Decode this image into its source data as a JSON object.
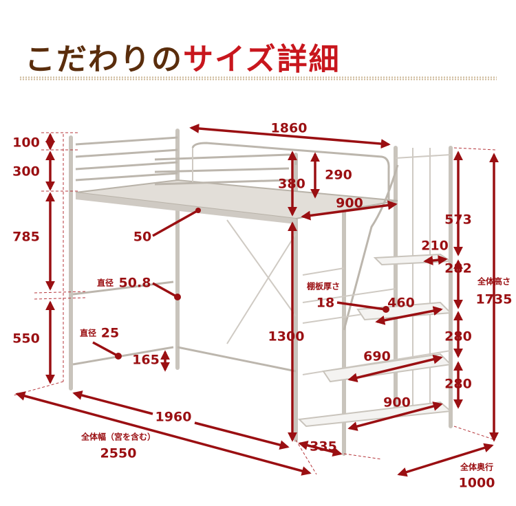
{
  "title": {
    "part1": "こだわりの",
    "part2": "サイズ詳細"
  },
  "colors": {
    "accent": "#9a0f12",
    "title_brown": "#5a2d0c",
    "title_red": "#c8161d",
    "frame": "#c9c4bc"
  },
  "dimensions": {
    "top_rail": "100",
    "guard_height": "300",
    "under_frame": "785",
    "lower_section": "550",
    "bed_length": "1860",
    "guard_inner": "290",
    "ladder_guard": "380",
    "bed_width": "900",
    "stair_top": "573",
    "step_210": "210",
    "slat_pitch": "50",
    "pipe_label_1": "直径",
    "pipe_diameter_1": "50.8",
    "shelf_thickness_label": "棚板厚さ",
    "shelf_thickness": "18",
    "shelf_460": "460",
    "step_282": "282",
    "total_height_label": "全体高さ",
    "total_height": "1735",
    "clearance": "1300",
    "step_280a": "280",
    "shelf_690": "690",
    "step_280b": "280",
    "pipe_label_2": "直径",
    "pipe_diameter_2": "25",
    "bar_height": "165",
    "shelf_900": "900",
    "frame_length": "1960",
    "total_width_label": "全体幅（宮を含む）",
    "total_width": "2550",
    "stair_depth": "335",
    "total_depth_label": "全体奥行",
    "total_depth": "1000"
  }
}
